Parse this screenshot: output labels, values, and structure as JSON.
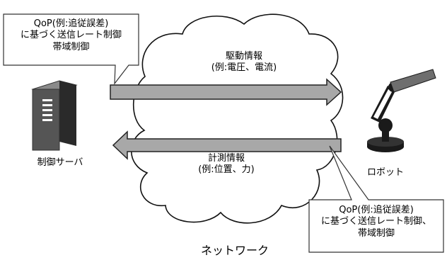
{
  "callout_top": {
    "lines": [
      "QoP(例:追従誤差)",
      "に基づく送信レート制御",
      "帯域制御"
    ]
  },
  "callout_bottom": {
    "lines": [
      "QoP(例:追従誤差)",
      "に基づく送信レート制御、",
      "帯域制御"
    ]
  },
  "arrow_top": {
    "title": "駆動情報",
    "example": "(例:電圧、電流)"
  },
  "arrow_bottom": {
    "title": "計測情報",
    "example": "(例:位置、力)"
  },
  "server": {
    "label": "制御サーバ",
    "icon": "server-icon"
  },
  "robot": {
    "label": "ロボット",
    "icon": "robot-arm-icon"
  },
  "network": {
    "label": "ネットワーク",
    "icon": "cloud-icon"
  },
  "colors": {
    "arrow_fill": "#a8a8a8",
    "arrow_stroke": "#222222",
    "server_body": "#555555",
    "robot_body": "#1a1a1a"
  }
}
